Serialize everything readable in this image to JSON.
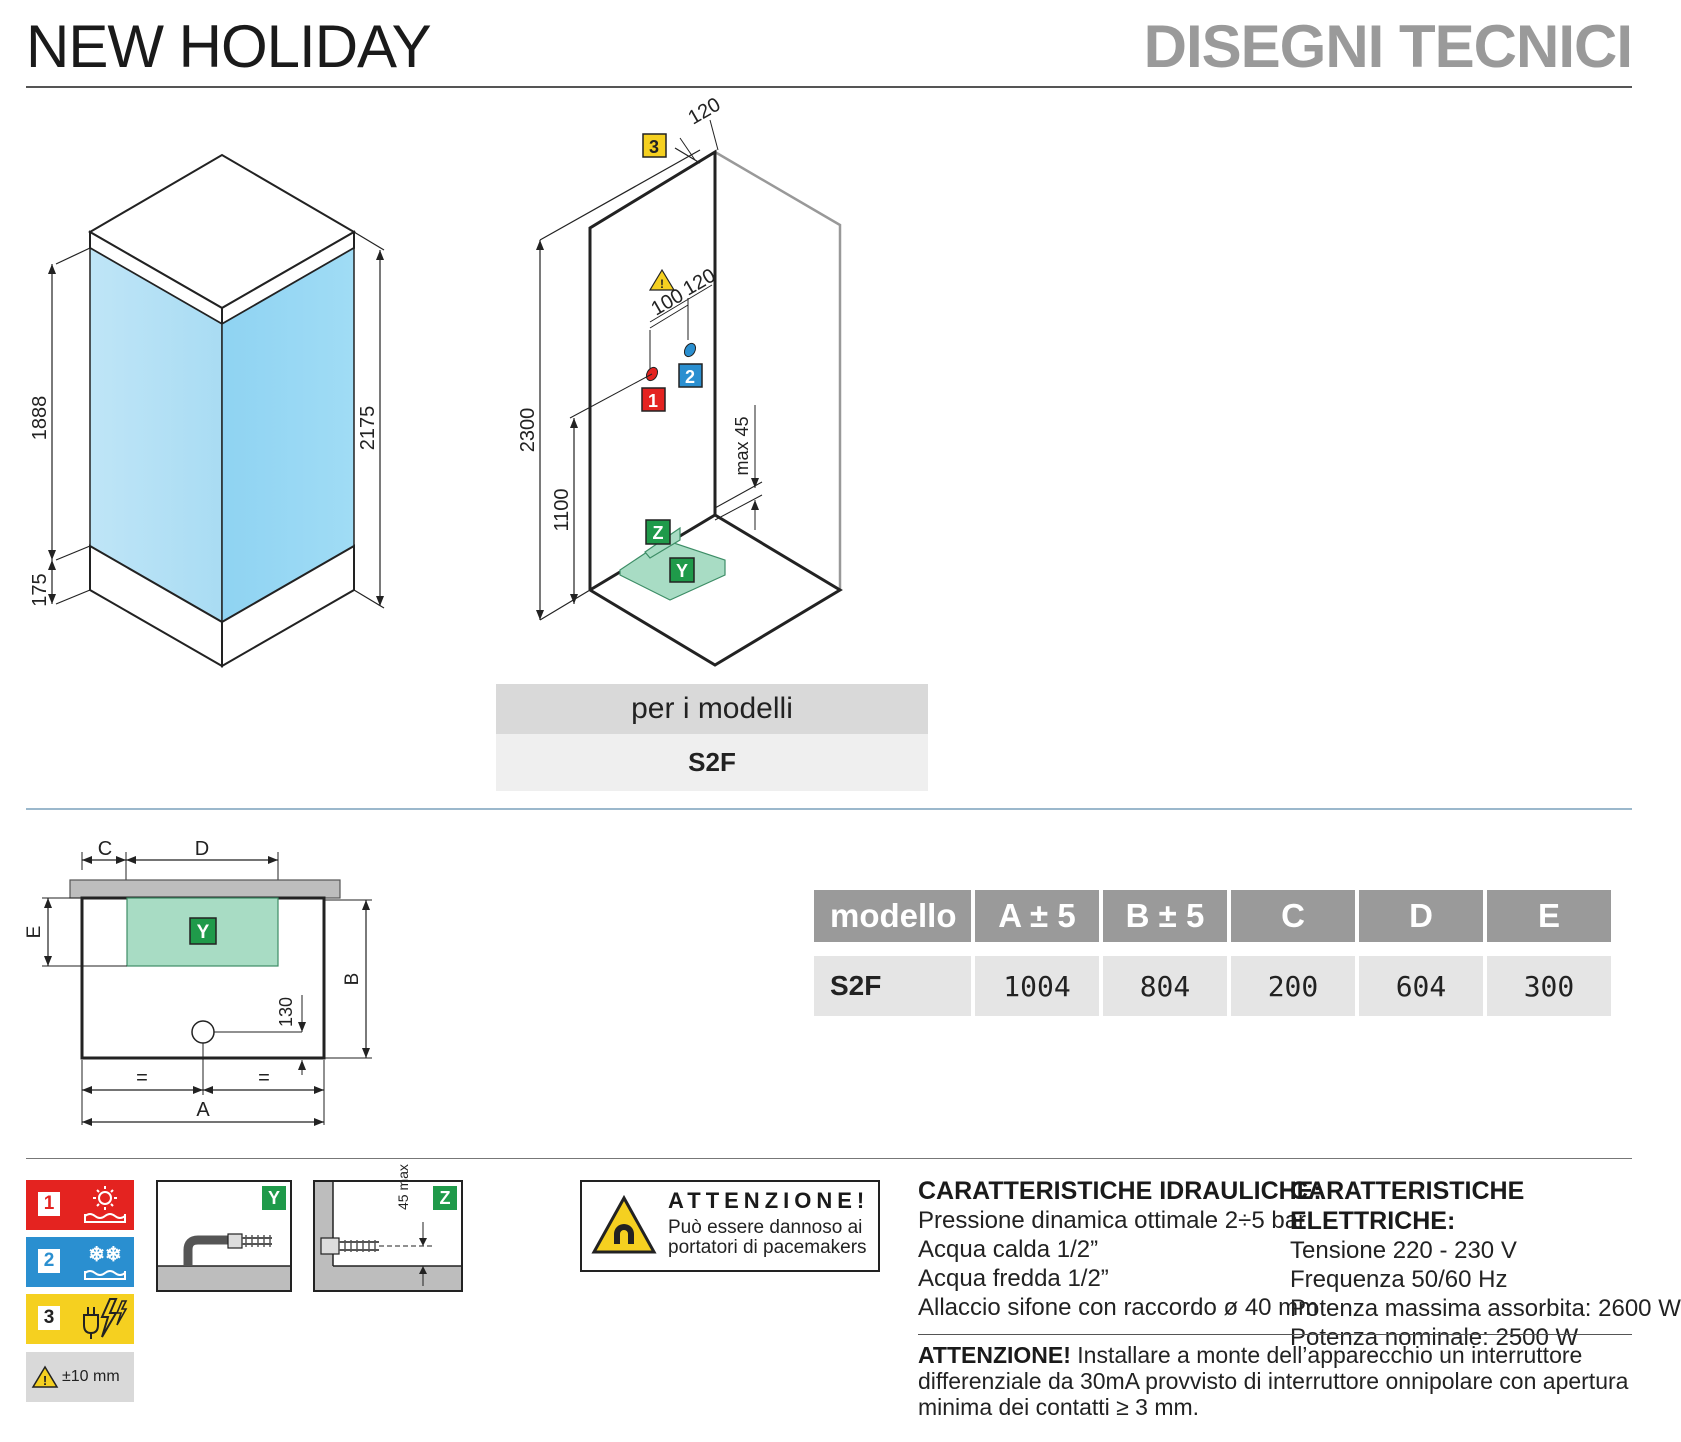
{
  "header": {
    "title_left": "NEW HOLIDAY",
    "title_right": "DISEGNI TECNICI"
  },
  "iso_view": {
    "dim_1888": "1888",
    "dim_175": "175",
    "dim_2175": "2175"
  },
  "install_view": {
    "dim_120_top": "120",
    "dim_2300": "2300",
    "dim_100": "100",
    "dim_120_mid": "120",
    "dim_1100": "1100",
    "dim_max45": "max 45",
    "badge_1": "1",
    "badge_2": "2",
    "badge_3": "3",
    "badge_z": "Z",
    "badge_y": "Y"
  },
  "models_box": {
    "header": "per i modelli",
    "value": "S2F"
  },
  "plan_view": {
    "label_c": "C",
    "label_d": "D",
    "label_e": "E",
    "label_b": "B",
    "label_a": "A",
    "label_eq1": "=",
    "label_eq2": "=",
    "dim_130": "130",
    "badge_y": "Y"
  },
  "dimensions_table": {
    "headers": [
      "modello",
      "A ± 5",
      "B ± 5",
      "C",
      "D",
      "E"
    ],
    "rows": [
      [
        "S2F",
        "1004",
        "804",
        "200",
        "604",
        "300"
      ]
    ]
  },
  "legend": {
    "item_1": "1",
    "item_2": "2",
    "item_3": "3",
    "tolerance": "±10 mm",
    "detail_y": "Y",
    "detail_z": "Z",
    "detail_z_dim": "45 max",
    "colors": {
      "hot": "#e42320",
      "cold": "#2a8fd0",
      "electric": "#f5d020",
      "drain": "#1f9a4a"
    }
  },
  "attention_box": {
    "title": "ATTENZIONE!",
    "line1": "Può essere dannoso ai",
    "line2": "portatori di pacemakers"
  },
  "hydraulics": {
    "title": "CARATTERISTICHE IDRAULICHE:",
    "lines": [
      "Pressione dinamica ottimale 2÷5 bar",
      "Acqua calda 1/2”",
      "Acqua fredda 1/2”",
      "Allaccio sifone con raccordo ø 40 mm"
    ]
  },
  "electrical": {
    "title": "CARATTERISTICHE ELETTRICHE:",
    "lines": [
      "Tensione 220 - 230 V",
      "Frequenza 50/60 Hz",
      "Potenza massima assorbita: 2600 W",
      "Potenza nominale: 2500 W"
    ]
  },
  "warning": {
    "bold": "ATTENZIONE!",
    "text": " Installare a monte dell’apparecchio un interruttore differenziale da 30mA provvisto di interruttore onnipolare con apertura minima dei contatti ≥ 3 mm."
  }
}
